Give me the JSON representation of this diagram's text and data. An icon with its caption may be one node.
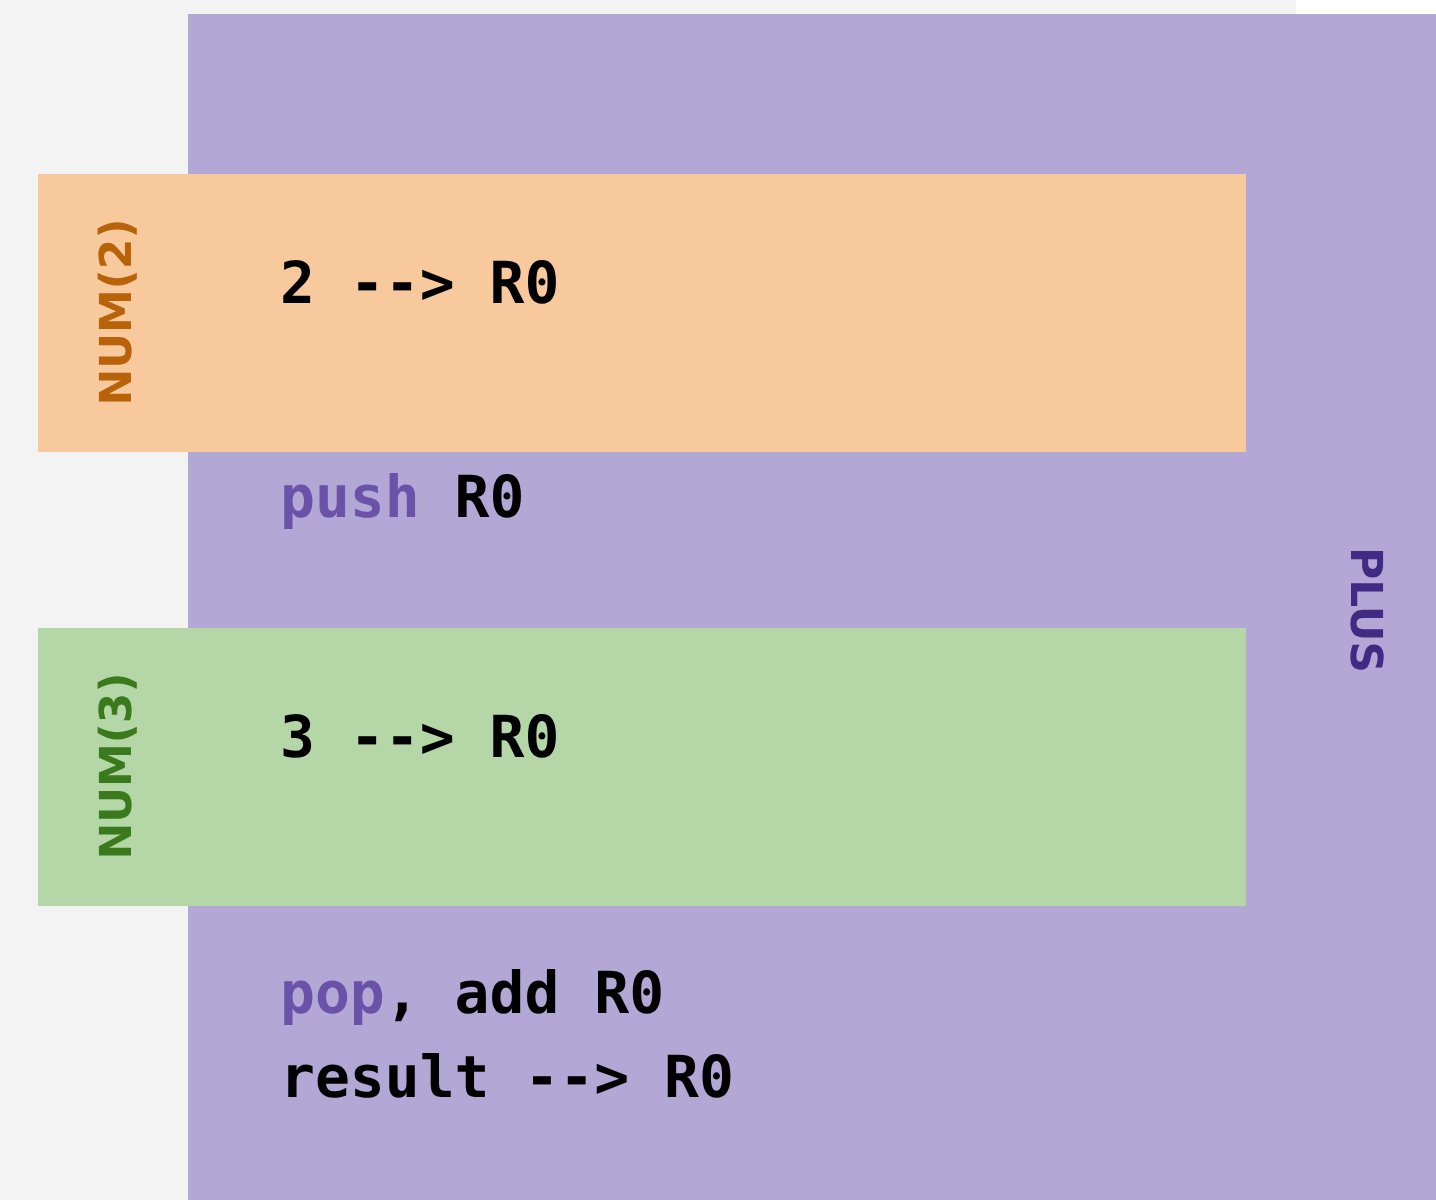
{
  "diagram": {
    "nodes": [
      {
        "text": [
          "PLUS",
          "**push** R0",
          "**pop**, add R0",
          "result --> R0"
        ]
      },
      {
        "text": [
          "NUM(2)",
          "2 --> R0"
        ]
      },
      {
        "text": [
          "NUM(3)",
          "3 --> R0"
        ]
      }
    ]
  }
}
